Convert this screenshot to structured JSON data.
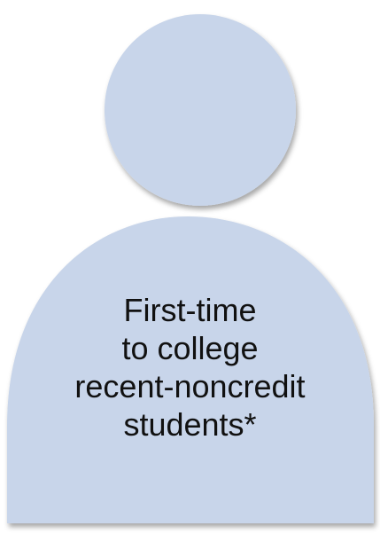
{
  "figure": {
    "icon": "person-silhouette-icon",
    "fill_color": "#c8d5ea",
    "label_lines": [
      "First-time",
      "to college",
      "recent-noncredit",
      "students*"
    ]
  }
}
